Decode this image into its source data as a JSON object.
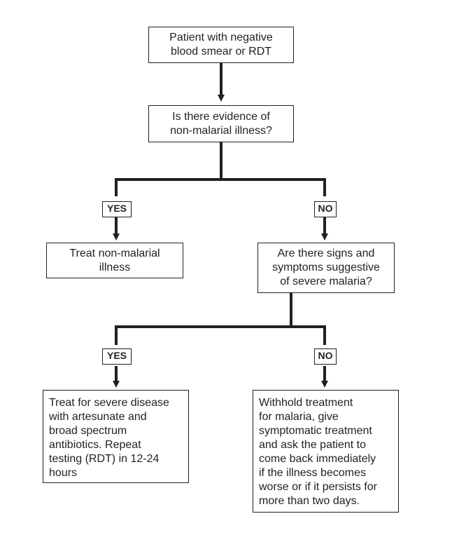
{
  "flowchart": {
    "start": "Patient with negative\nblood smear or RDT",
    "q1": "Is there evidence of\nnon-malarial illness?",
    "q1_yes_label": "YES",
    "q1_no_label": "NO",
    "treat_non_malarial": "Treat non-malarial\nillness",
    "q2": "Are there signs and\nsymptoms suggestive\nof severe malaria?",
    "q2_yes_label": "YES",
    "q2_no_label": "NO",
    "treat_severe": "Treat for severe disease\nwith artesunate and\nbroad spectrum\nantibiotics. Repeat\ntesting (RDT) in 12-24\nhours",
    "withhold": "Withhold treatment\nfor malaria, give\nsymptomatic treatment\nand ask the patient to\ncome back immediately\nif the illness becomes\nworse or if it persists for\nmore than two days."
  }
}
